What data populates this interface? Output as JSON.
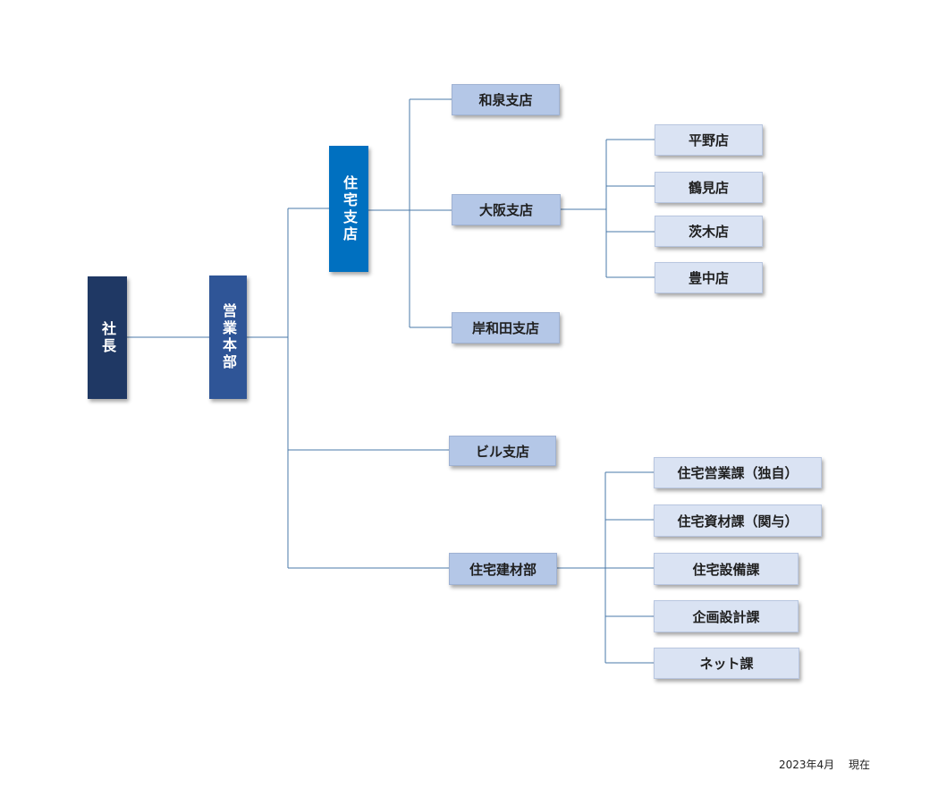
{
  "colors": {
    "president": "#1f3864",
    "sales_hq": "#2f5597",
    "housing_branch": "#0070c0",
    "branch_fill": "#b4c7e7",
    "section_fill": "#dae3f3",
    "connector": "#4a78a8"
  },
  "org": {
    "president": "社長",
    "sales_hq": "営業本部",
    "housing_branch": "住宅支店",
    "branches": {
      "izumi": "和泉支店",
      "osaka": "大阪支店",
      "kishiwada": "岸和田支店",
      "building": "ビル支店",
      "materials": "住宅建材部"
    },
    "osaka_stores": {
      "hirano": "平野店",
      "tsurumi": "鶴見店",
      "ibaraki": "茨木店",
      "toyonaka": "豊中店"
    },
    "material_sections": {
      "sales_own": "住宅営業課（独自）",
      "materials_involved": "住宅資材課（関与）",
      "equipment": "住宅設備課",
      "planning": "企画設計課",
      "net": "ネット課"
    }
  },
  "footer": {
    "as_of": "2023年4月　 現在"
  }
}
